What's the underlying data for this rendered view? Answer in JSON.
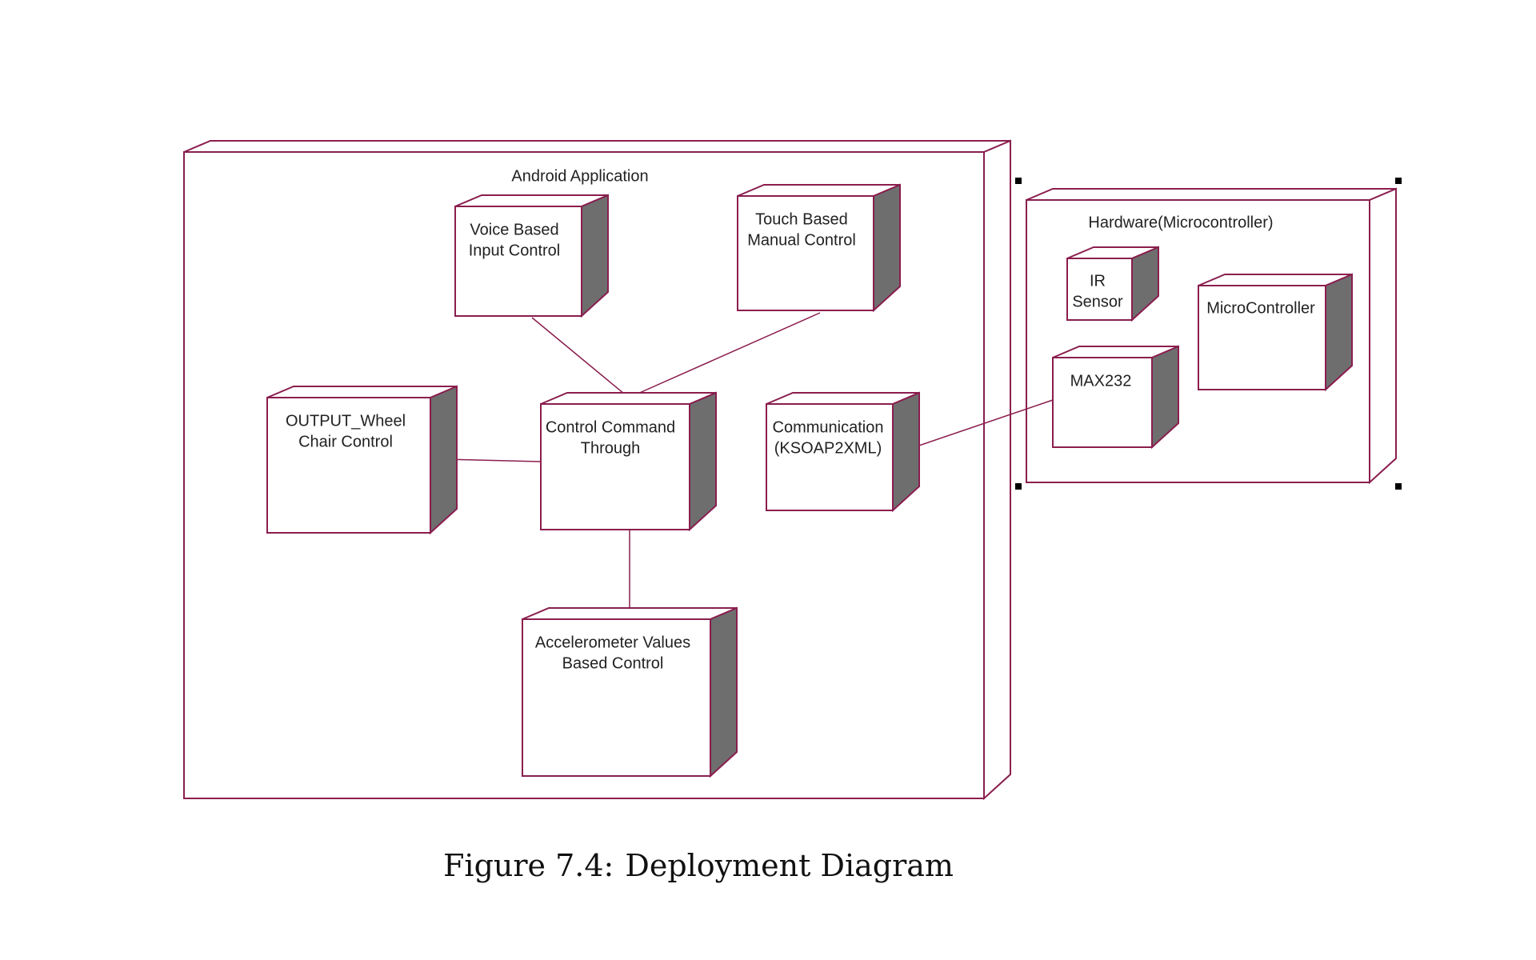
{
  "colors": {
    "outline": "#8a1e4e",
    "shade": "#6e6e6e",
    "text": "#222222",
    "background": "#ffffff",
    "handle": "#000000"
  },
  "containers": {
    "android": {
      "label": "Android Application"
    },
    "hardware": {
      "label": "Hardware(Microcontroller)"
    }
  },
  "nodes": {
    "voice": {
      "lines": [
        "Voice Based",
        "Input Control"
      ]
    },
    "touch": {
      "lines": [
        "Touch Based",
        "Manual Control"
      ]
    },
    "output": {
      "lines": [
        "OUTPUT_Wheel",
        "Chair Control"
      ]
    },
    "control": {
      "lines": [
        "Control Command",
        "Through"
      ]
    },
    "communication": {
      "lines": [
        "Communication",
        "(KSOAP2XML)"
      ]
    },
    "accelerometer": {
      "lines": [
        "Accelerometer Values",
        "Based Control"
      ]
    },
    "ir": {
      "lines": [
        "IR",
        "Sensor"
      ]
    },
    "max232": {
      "lines": [
        "MAX232"
      ]
    },
    "micro": {
      "lines": [
        "MicroController"
      ]
    }
  },
  "caption": {
    "number": "Figure 7.4:",
    "text": "Deployment Diagram"
  }
}
